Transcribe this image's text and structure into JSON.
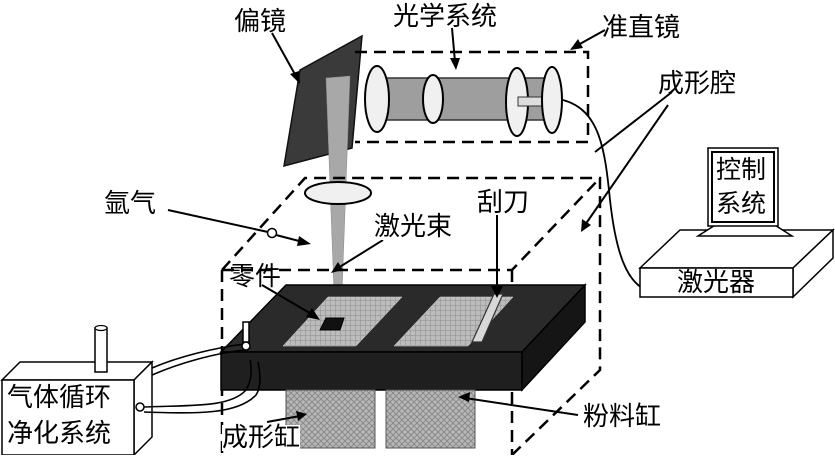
{
  "labels": {
    "mirror": "偏镜",
    "optics": "光学系统",
    "collimator": "准直镜",
    "chamber": "成形腔",
    "argon": "氩气",
    "beam": "激光束",
    "scraper": "刮刀",
    "part": "零件",
    "controller_line1": "控制",
    "controller_line2": "系统",
    "laser": "激光器",
    "gas_line1": "气体循环",
    "gas_line2": "净化系统",
    "build_cyl": "成形缸",
    "powder_cyl": "粉料缸"
  }
}
